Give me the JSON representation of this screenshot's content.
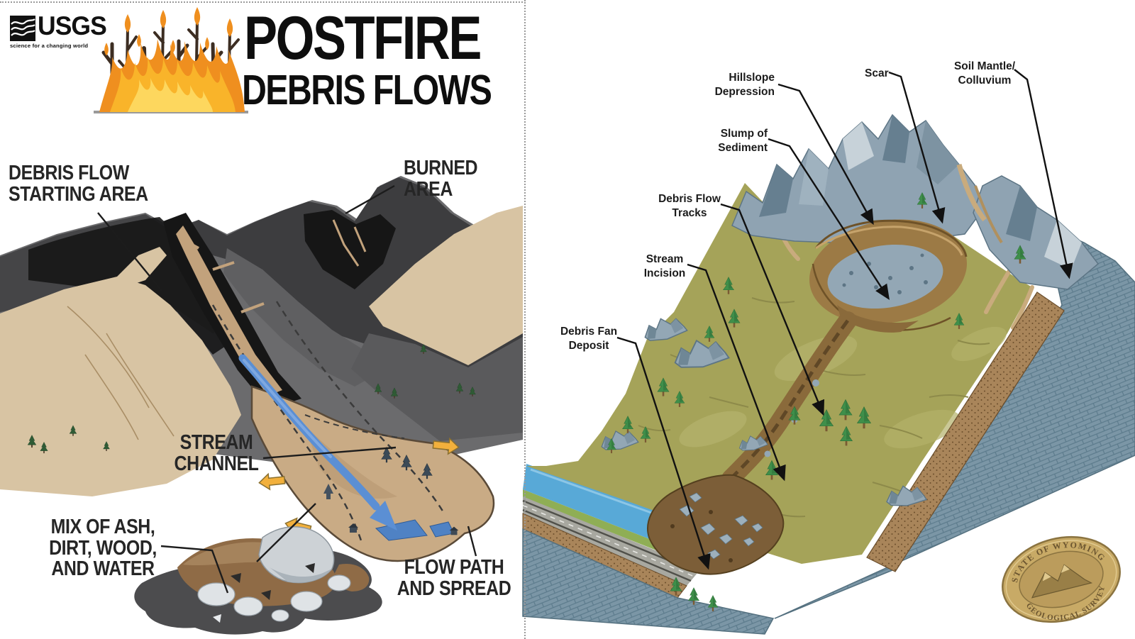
{
  "left_panel": {
    "logo": {
      "acronym": "USGS",
      "tagline": "science for a changing world"
    },
    "title": {
      "line1": "POSTFIRE",
      "line2": "DEBRIS FLOWS"
    },
    "labels": {
      "starting_area": [
        "DEBRIS FLOW",
        "STARTING AREA"
      ],
      "burned_area": [
        "BURNED",
        "AREA"
      ],
      "stream_channel": [
        "STREAM",
        "CHANNEL"
      ],
      "mix": [
        "MIX OF ASH,",
        "DIRT, WOOD,",
        "AND WATER"
      ],
      "flow_path": [
        "FLOW PATH",
        "AND SPREAD"
      ]
    }
  },
  "right_panel": {
    "labels": {
      "hillslope_depression": [
        "Hillslope",
        "Depression"
      ],
      "scar": [
        "Scar"
      ],
      "soil_mantle": [
        "Soil Mantle/",
        "Colluvium"
      ],
      "slump": [
        "Slump of",
        "Sediment"
      ],
      "tracks": [
        "Debris Flow",
        "Tracks"
      ],
      "incision": [
        "Stream",
        "Incision"
      ],
      "fan": [
        "Debris Fan",
        "Deposit"
      ]
    },
    "seal": {
      "arc_top": "STATE OF WYOMING",
      "arc_bottom": "GEOLOGICAL SURVEY"
    }
  },
  "colors": {
    "burned_dark": "#161616",
    "mountain_gray": "#454547",
    "mountain_gray_dark": "#3d3d3f",
    "mountain_gray_light": "#6b6b6d",
    "tan": "#d8c4a3",
    "channel_tan": "#c2a27c",
    "stream_blue": "#5b8fd4",
    "arrow_yellow": "#f2b03c",
    "slope_green": "#a5a359",
    "rock_gray": "#92a6b4",
    "scar_brown": "#9c7a45",
    "track_brown": "#8a6a3b",
    "water_blue": "#58a9d7",
    "bedrock_blue": "#7b96a6",
    "seal_bronze": "#c8aa66",
    "fire_orange": "#ef8f1f",
    "fire_yellow": "#f9b42a"
  }
}
